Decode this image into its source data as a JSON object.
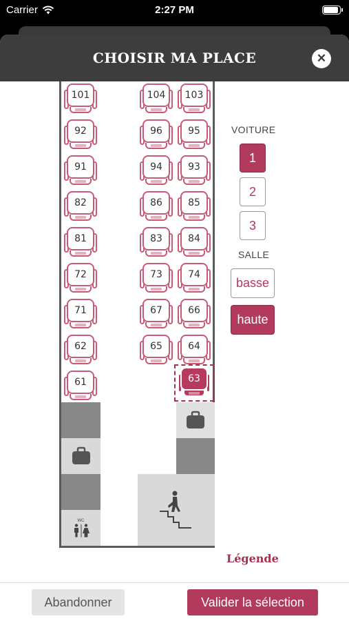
{
  "status_bar": {
    "carrier": "Carrier",
    "time": "2:27 PM"
  },
  "header": {
    "title": "CHOISIR MA PLACE",
    "close_icon": "close-icon"
  },
  "seats": [
    {
      "number": "101"
    },
    {
      "number": "104"
    },
    {
      "number": "103"
    },
    {
      "number": "92"
    },
    {
      "number": "96"
    },
    {
      "number": "95"
    },
    {
      "number": "91"
    },
    {
      "number": "94"
    },
    {
      "number": "93"
    },
    {
      "number": "82"
    },
    {
      "number": "86"
    },
    {
      "number": "85"
    },
    {
      "number": "81"
    },
    {
      "number": "83"
    },
    {
      "number": "84"
    },
    {
      "number": "72"
    },
    {
      "number": "73"
    },
    {
      "number": "74"
    },
    {
      "number": "71"
    },
    {
      "number": "67"
    },
    {
      "number": "66"
    },
    {
      "number": "62"
    },
    {
      "number": "65"
    },
    {
      "number": "64"
    },
    {
      "number": "61"
    },
    {
      "number": "63",
      "selected": true
    }
  ],
  "facilities": {
    "wc_label": "WC",
    "icons": [
      "luggage-icon",
      "toilet-icon",
      "stairs-icon"
    ]
  },
  "side_panel": {
    "car_label": "VOITURE",
    "cars": [
      {
        "label": "1",
        "active": true
      },
      {
        "label": "2",
        "active": false
      },
      {
        "label": "3",
        "active": false
      }
    ],
    "floor_label": "SALLE",
    "floors": [
      {
        "label": "basse",
        "active": false
      },
      {
        "label": "haute",
        "active": true
      }
    ]
  },
  "legend_link": "Légende",
  "footer": {
    "cancel_label": "Abandonner",
    "confirm_label": "Valider la sélection"
  },
  "colors": {
    "accent": "#b23a5d",
    "header_bg": "#3d3d3d",
    "seat_outline": "#c85a76"
  }
}
